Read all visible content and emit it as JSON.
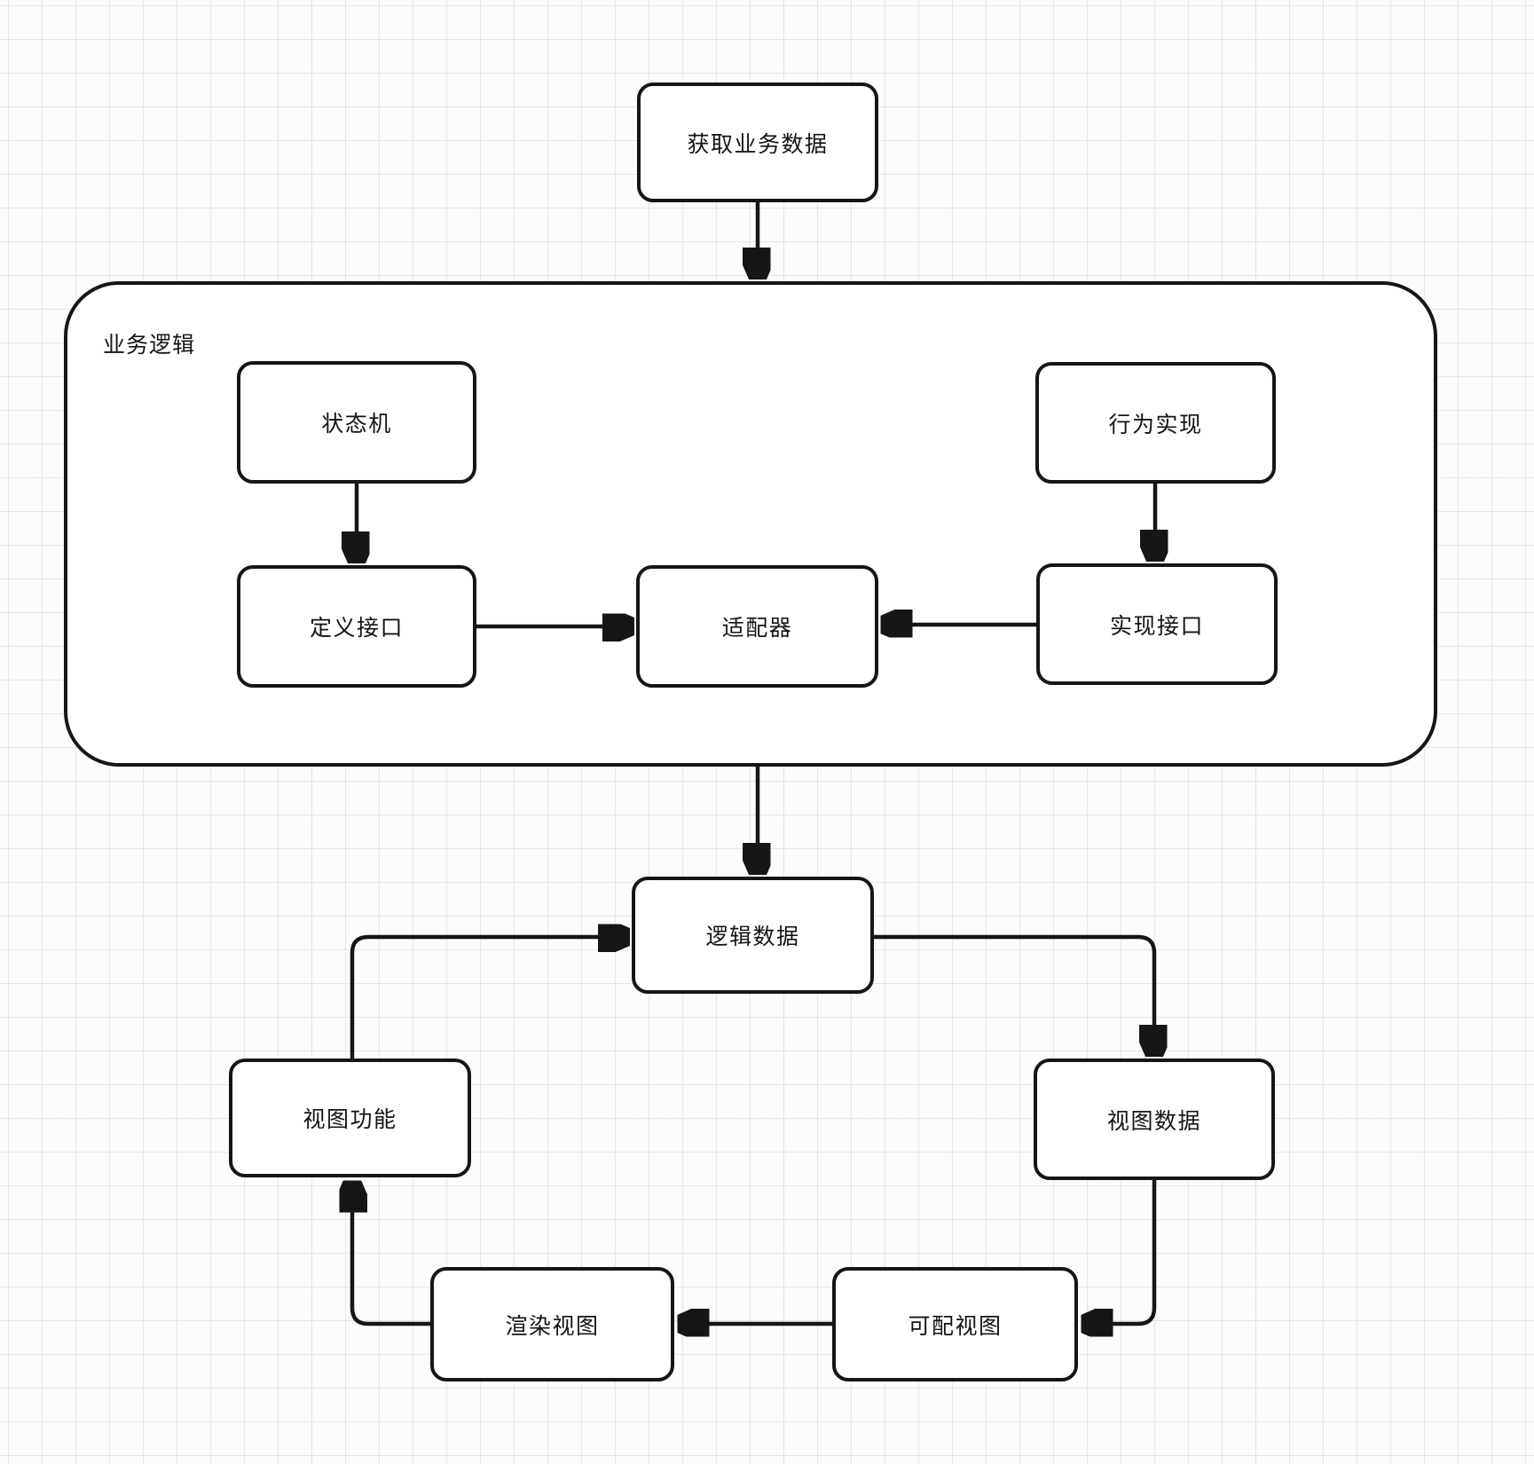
{
  "diagram": {
    "type": "flowchart",
    "colors": {
      "stroke": "#161616",
      "node_fill": "#ffffff",
      "background": "#fcfcfc",
      "grid_line": "#cec9c9"
    },
    "group": {
      "business_logic": {
        "label": "业务逻辑"
      }
    },
    "nodes": {
      "fetch_business_data": {
        "label": "获取业务数据"
      },
      "state_machine": {
        "label": "状态机"
      },
      "behavior_impl": {
        "label": "行为实现"
      },
      "define_interface": {
        "label": "定义接口"
      },
      "adapter": {
        "label": "适配器"
      },
      "implement_interface": {
        "label": "实现接口"
      },
      "logic_data": {
        "label": "逻辑数据"
      },
      "view_function": {
        "label": "视图功能"
      },
      "view_data": {
        "label": "视图数据"
      },
      "render_view": {
        "label": "渲染视图"
      },
      "configurable_view": {
        "label": "可配视图"
      }
    },
    "edges": [
      {
        "from": "fetch_business_data",
        "to": "business_logic"
      },
      {
        "from": "state_machine",
        "to": "define_interface"
      },
      {
        "from": "behavior_impl",
        "to": "implement_interface"
      },
      {
        "from": "define_interface",
        "to": "adapter"
      },
      {
        "from": "implement_interface",
        "to": "adapter"
      },
      {
        "from": "business_logic",
        "to": "logic_data"
      },
      {
        "from": "view_function",
        "to": "logic_data"
      },
      {
        "from": "logic_data",
        "to": "view_data"
      },
      {
        "from": "view_data",
        "to": "configurable_view"
      },
      {
        "from": "configurable_view",
        "to": "render_view"
      },
      {
        "from": "render_view",
        "to": "view_function"
      }
    ]
  }
}
